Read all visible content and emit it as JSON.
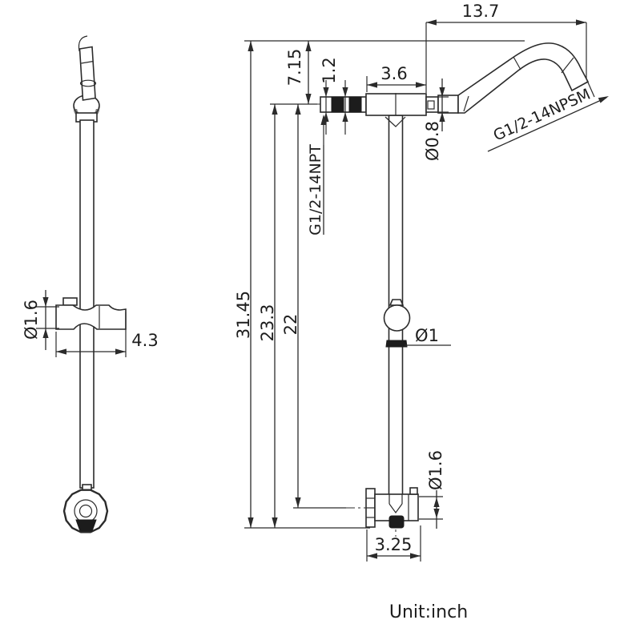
{
  "drawing": {
    "unit_label": "Unit:inch",
    "left_view": {
      "holder_diameter": "Ø1.6",
      "holder_width": "4.3"
    },
    "right_view": {
      "arm_horizontal_length": "13.7",
      "arm_vertical_drop": "7.15",
      "inlet_nipple_length": "1.2",
      "tee_body_width": "3.6",
      "outlet_stub_diameter": "Ø0.8",
      "arm_thread_spec": "G1/2-14NPSM",
      "inlet_thread_spec": "G1/2-14NPT",
      "overall_height": "31.45",
      "tee_to_bracket_bottom": "23.3",
      "tee_to_bracket_center": "22",
      "riser_pipe_diameter": "Ø1",
      "bracket_clamp_diameter": "Ø1.6",
      "bracket_width": "3.25"
    },
    "colors": {
      "line": "#2b2b2b",
      "background": "#ffffff"
    }
  }
}
